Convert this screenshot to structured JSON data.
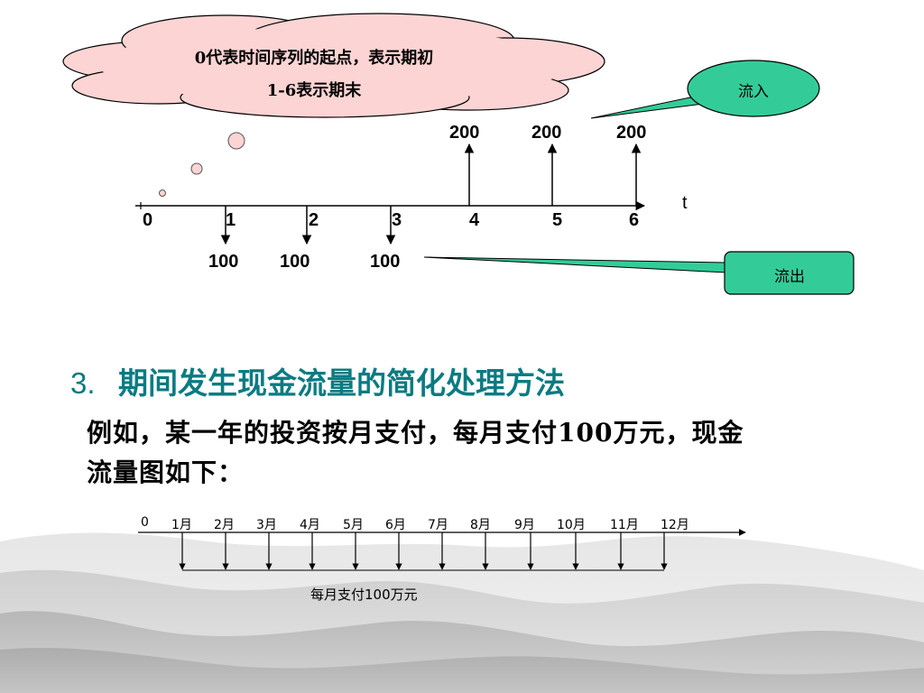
{
  "cloud": {
    "line1": "0代表时间序列的起点，表示期初",
    "line2": "1-6表示期末"
  },
  "callouts": {
    "inflow": "流入",
    "outflow": "流出"
  },
  "timeline1": {
    "axis_label": "t",
    "ticks": [
      "0",
      "1",
      "2",
      "3",
      "4",
      "5",
      "6"
    ],
    "inflows": [
      {
        "period": 4,
        "value": "200"
      },
      {
        "period": 5,
        "value": "200"
      },
      {
        "period": 6,
        "value": "200"
      }
    ],
    "outflows": [
      {
        "period": 1,
        "value": "100"
      },
      {
        "period": 2,
        "value": "100"
      },
      {
        "period": 3,
        "value": "100"
      }
    ]
  },
  "section": {
    "number": "3.",
    "title": "期间发生现金流量的简化处理方法",
    "text_line1": "例如，某一年的投资按月支付，每月支付100万元，现金",
    "text_line2": "流量图如下："
  },
  "timeline2": {
    "ticks": [
      "0",
      "1月",
      "2月",
      "3月",
      "4月",
      "5月",
      "6月",
      "7月",
      "8月",
      "9月",
      "10月",
      "11月",
      "12月"
    ],
    "outflow_label": "每月支付100万元"
  },
  "colors": {
    "cloud_fill": "#fcd4d4",
    "callout_fill": "#33cc99",
    "heading": "#0a7b82",
    "arrow": "#000000"
  }
}
